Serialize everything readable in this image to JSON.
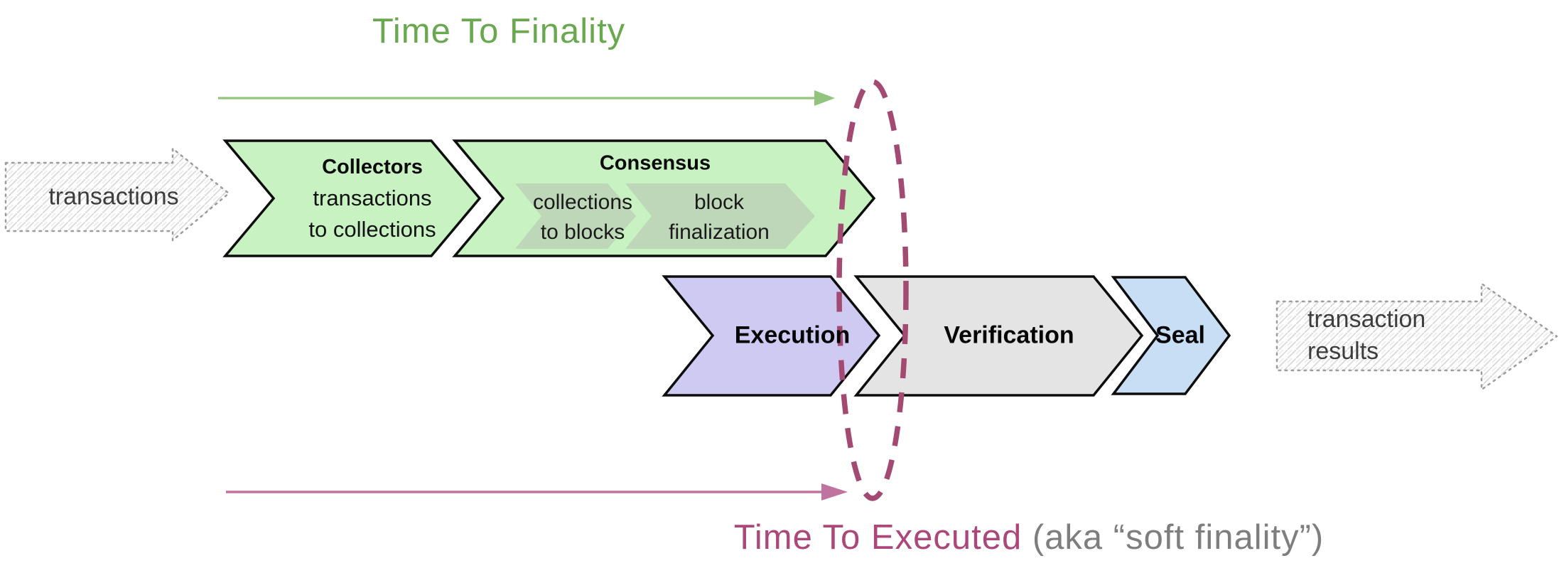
{
  "annotations": {
    "time_to_finality": "Time To Finality",
    "time_to_executed": "Time To Executed",
    "time_to_executed_note": "(aka “soft finality”)"
  },
  "io": {
    "input_label": "transactions",
    "output_label_line1": "transaction",
    "output_label_line2": "results"
  },
  "stages": {
    "collectors": {
      "title": "Collectors",
      "desc_line1": "transactions",
      "desc_line2": "to collections"
    },
    "consensus": {
      "title": "Consensus",
      "step1": {
        "line1": "collections",
        "line2": "to blocks"
      },
      "step2": {
        "line1": "block",
        "line2": "finalization"
      }
    },
    "execution": {
      "title": "Execution"
    },
    "verification": {
      "title": "Verification"
    },
    "seal": {
      "title": "Seal"
    }
  },
  "colors": {
    "stage_green": "#c9f2c3",
    "stage_green_substep": "#bdd7b8",
    "stage_purple": "#cfcaf2",
    "stage_gray": "#e4e4e4",
    "stage_blue": "#c8def5",
    "stage_outline": "#0d0d0d",
    "finality_text": "#6aa84f",
    "finality_arrow": "#93c47d",
    "executed_text": "#ac4879",
    "executed_arrow": "#c0739e",
    "ellipse": "#a34a72",
    "io_text": "#3d3d3d",
    "note_text": "#7e7e7e"
  }
}
